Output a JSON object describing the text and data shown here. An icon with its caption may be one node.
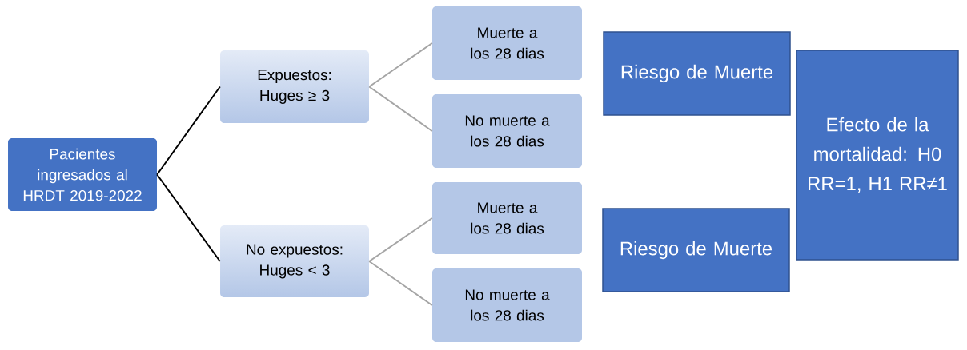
{
  "diagram": {
    "nodes": [
      {
        "text": [
          "Pacientes ingresados al HRDT 2019-2022"
        ]
      },
      {
        "text": [
          "Expuestos: Huges ≥ 3"
        ]
      },
      {
        "text": [
          "No expuestos: Huges < 3"
        ]
      },
      {
        "text": [
          "Muerte a los 28 dias"
        ]
      },
      {
        "text": [
          "No muerte a los 28 dias"
        ]
      },
      {
        "text": [
          "Muerte a los 28 dias"
        ]
      },
      {
        "text": [
          "No muerte a los 28 dias"
        ]
      },
      {
        "text": [
          "Riesgo de Muerte"
        ]
      },
      {
        "text": [
          "Riesgo de Muerte"
        ]
      },
      {
        "text": [
          "Efecto de la mortalidad: H0 RR=1, H1 RR≠1"
        ]
      }
    ],
    "edges": [
      {
        "from": 0,
        "to": 1,
        "arrow": "none",
        "color": "#000000"
      },
      {
        "from": 0,
        "to": 2,
        "arrow": "none",
        "color": "#000000"
      },
      {
        "from": 1,
        "to": 3,
        "arrow": "none"
      },
      {
        "from": 1,
        "to": 4,
        "arrow": "none"
      },
      {
        "from": 2,
        "to": 5,
        "arrow": "none"
      },
      {
        "from": 2,
        "to": 6,
        "arrow": "none"
      }
    ]
  }
}
